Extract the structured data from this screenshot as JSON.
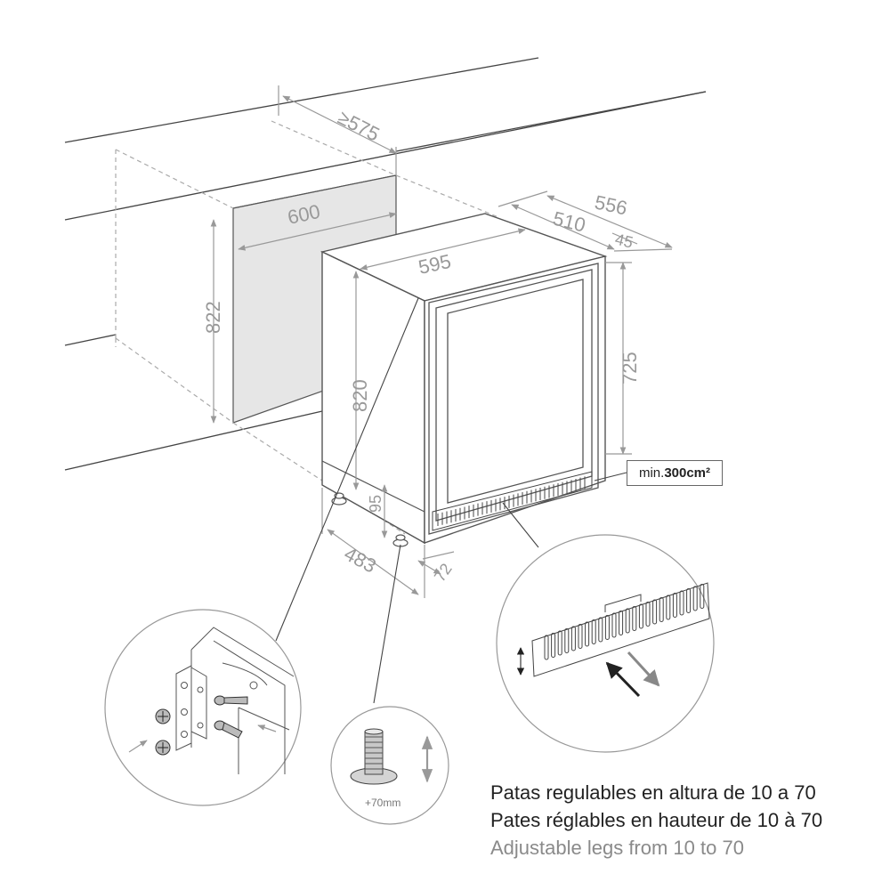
{
  "dimensions": {
    "niche_depth": "≥575",
    "niche_width": "600",
    "niche_height": "822",
    "unit_width": "595",
    "unit_height": "820",
    "door_height": "725",
    "depth_total": "556",
    "depth_body": "510",
    "depth_door": "45",
    "plinth_height": "95",
    "feet_span": "483",
    "plinth_depth": "72"
  },
  "ventilation": {
    "prefix": "min. ",
    "value": "300cm²"
  },
  "leg_detail": {
    "label": "+70mm"
  },
  "captions": {
    "es": "Patas regulables en altura de 10 a 70",
    "fr": "Pates réglables en hauteur de 10 à 70",
    "en": "Adjustable legs from 10 to 70"
  }
}
